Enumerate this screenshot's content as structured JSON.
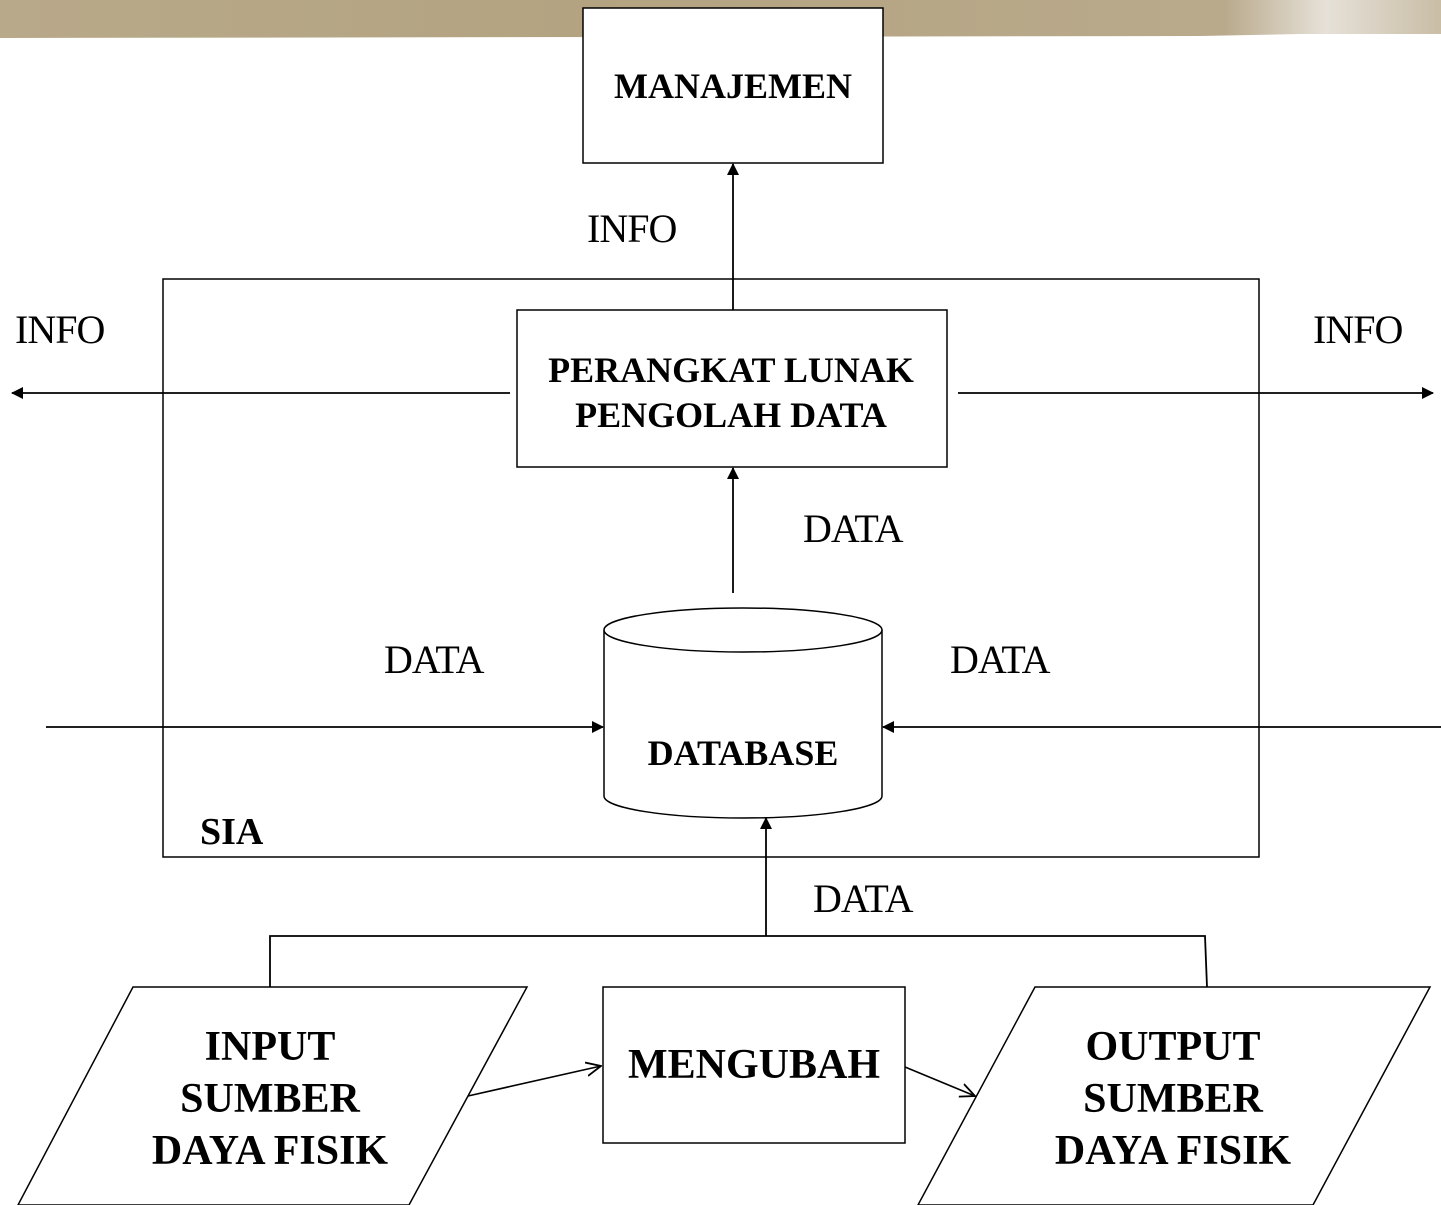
{
  "colors": {
    "background": "#ffffff",
    "stroke": "#000000",
    "banner_wood": "#b5a584"
  },
  "nodes": {
    "manajemen": "MANAJEMEN",
    "perangkat_line1": "PERANGKAT LUNAK",
    "perangkat_line2": "PENGOLAH DATA",
    "database": "DATABASE",
    "sia": "SIA",
    "mengubah": "MENGUBAH",
    "input_line1": "INPUT",
    "input_line2": "SUMBER",
    "input_line3": "DAYA FISIK",
    "output_line1": "OUTPUT",
    "output_line2": "SUMBER",
    "output_line3": "DAYA FISIK"
  },
  "flow_labels": {
    "info_to_management": "INFO",
    "info_left": "INFO",
    "info_right": "INFO",
    "data_db_to_software": "DATA",
    "data_left_in": "DATA",
    "data_right_in": "DATA",
    "data_bottom_in": "DATA"
  }
}
